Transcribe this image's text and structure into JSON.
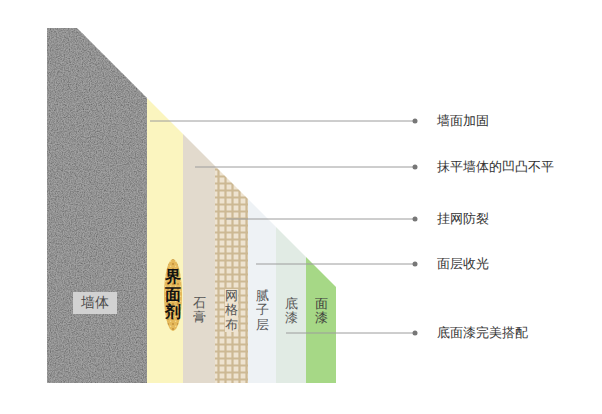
{
  "diagram": {
    "nodes": [
      {
        "text": [
          "墙体"
        ]
      },
      {
        "text": [
          "界面剂"
        ]
      },
      {
        "text": [
          "石膏"
        ]
      },
      {
        "text": [
          "网格布"
        ]
      },
      {
        "text": [
          "腻子层"
        ]
      },
      {
        "text": [
          "底漆"
        ]
      },
      {
        "text": [
          "面漆"
        ]
      }
    ],
    "labels": [
      "墙面加固",
      "抹平墙体的凹凸不平",
      "挂网防裂",
      "面层收光",
      "底面漆完美搭配"
    ]
  }
}
